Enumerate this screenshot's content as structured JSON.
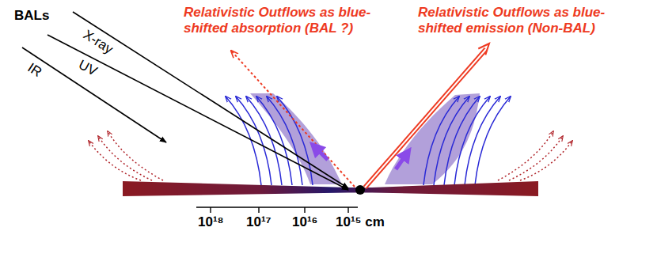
{
  "diagram": {
    "labels": [
      "BALs",
      "X-ray",
      "UV",
      "IR",
      "Relativistic Outflows as blue-shifted absorption (BAL ?)",
      "Relativistic Outflows as blue-shifted emission (Non-BAL)",
      "10¹⁸",
      "10¹⁷",
      "10¹⁶",
      "10¹⁵ cm"
    ]
  }
}
